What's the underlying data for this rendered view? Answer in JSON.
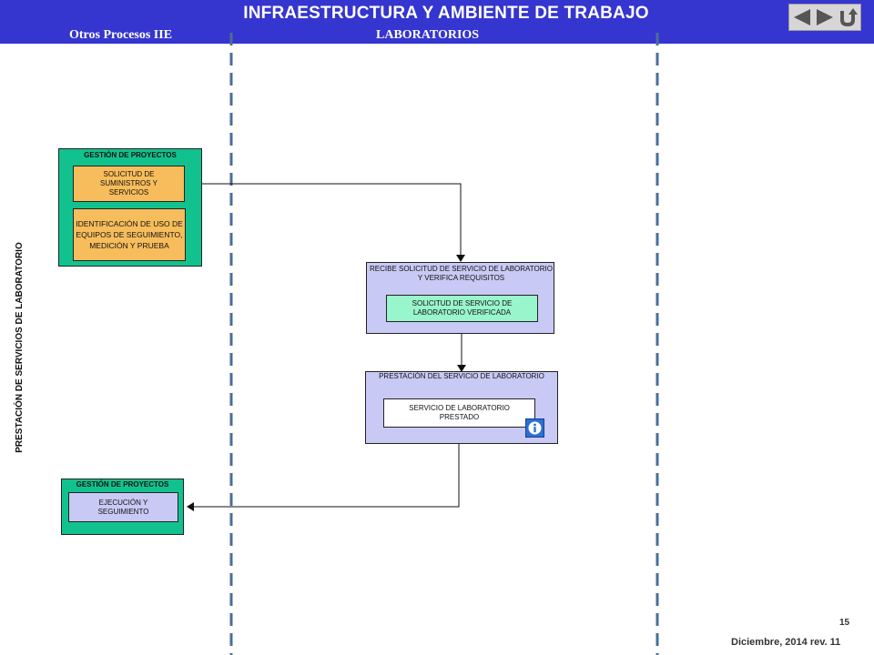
{
  "header": {
    "title": "INFRAESTRUCTURA Y AMBIENTE DE TRABAJO",
    "lane_left": "Otros Procesos IIE",
    "lane_right": "LABORATORIOS",
    "color": "#3535cf"
  },
  "nav": {
    "back_icon": "triangle-left-icon",
    "forward_icon": "triangle-right-icon",
    "return_icon": "return-arrow-icon"
  },
  "side_label": "PRESTACIÓN DE SERVICIOS DE LABORATORIO",
  "diagram": {
    "gp_top": {
      "title": "GESTIÓN DE PROYECTOS",
      "item1": "SOLICITUD DE SUMINISTROS Y SERVICIOS",
      "item2": "IDENTIFICACIÓN DE USO DE EQUIPOS DE SEGUIMIENTO, MEDICIÓN Y PRUEBA"
    },
    "recibe": {
      "title": "RECIBE SOLICITUD DE SERVICIO DE LABORATORIO Y VERIFICA REQUISITOS",
      "item": "SOLICITUD DE SERVICIO DE LABORATORIO VERIFICADA"
    },
    "prestacion": {
      "title": "PRESTACIÓN DEL SERVICIO DE LABORATORIO",
      "item": "SERVICIO DE LABORATORIO PRESTADO"
    },
    "gp_bottom": {
      "title": "GESTIÓN DE PROYECTOS",
      "item": "EJECUCIÓN Y SEGUIMIENTO"
    }
  },
  "info_icon": "info-icon",
  "footer": {
    "page": "15",
    "date": "Diciembre, 2014  rev. 11"
  },
  "colors": {
    "green": "#12c28e",
    "orange": "#f7bd5c",
    "lavender": "#c9c9f5",
    "mint": "#99f5cc",
    "lane_divider": "#4a6e9a"
  }
}
